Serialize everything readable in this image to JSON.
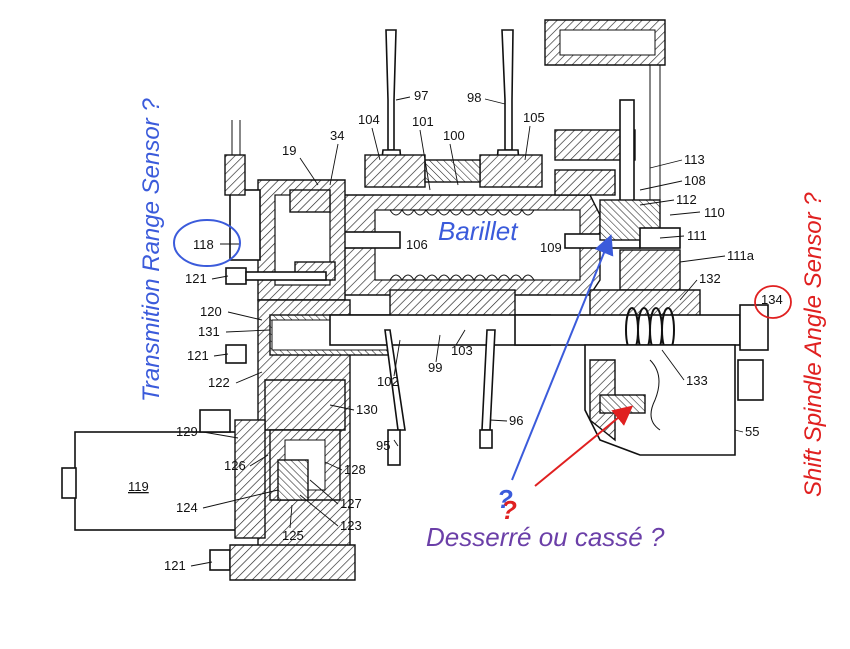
{
  "annotations": {
    "transmission_range_sensor": "Transmition Range Sensor ?",
    "shift_spindle_sensor": "Shift Spindle Angle Sensor ?",
    "barillet": "Barillet",
    "question": "?",
    "desserre": "Desserré ou cassé ?"
  },
  "colors": {
    "blue": "#3b5bdb",
    "red": "#e02020",
    "purple": "#6b3fa8"
  },
  "refs": {
    "r97": "97",
    "r98": "98",
    "r104": "104",
    "r101": "101",
    "r100": "100",
    "r105": "105",
    "r19": "19",
    "r34": "34",
    "r113": "113",
    "r108": "108",
    "r112": "112",
    "r110": "110",
    "r118": "118",
    "r106": "106",
    "r109": "109",
    "r111": "111",
    "r111a": "111a",
    "r121a": "121",
    "r120": "120",
    "r131": "131",
    "r121b": "121",
    "r122": "122",
    "r132": "132",
    "r134": "134",
    "r102": "102",
    "r99": "99",
    "r103": "103",
    "r133": "133",
    "r130": "130",
    "r96": "96",
    "r55": "55",
    "r95": "95",
    "r129": "129",
    "r126": "126",
    "r128": "128",
    "r119": "119",
    "r124": "124",
    "r127": "127",
    "r123": "123",
    "r125": "125",
    "r121c": "121"
  }
}
